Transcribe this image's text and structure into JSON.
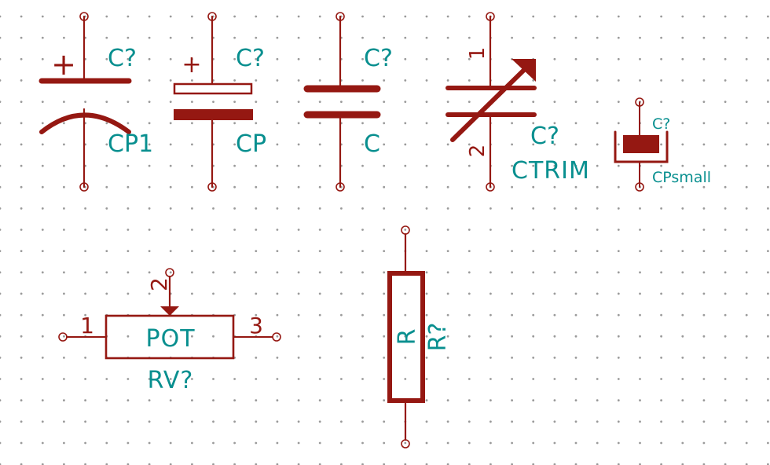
{
  "view": "schematic-symbol-library",
  "colors": {
    "background": "#ffffff",
    "grid_dot": "#9a9a9a",
    "symbol_body": "#951812",
    "field_text": "#088f8f"
  },
  "symbols": [
    {
      "id": "cp1",
      "reference": "C?",
      "value": "CP1",
      "plus_sign": "+"
    },
    {
      "id": "cp",
      "reference": "C?",
      "value": "CP",
      "plus_sign": "+"
    },
    {
      "id": "c",
      "reference": "C?",
      "value": "C"
    },
    {
      "id": "ctrim",
      "reference": "C?",
      "value": "CTRIM",
      "pin_numbers": [
        "1",
        "2"
      ]
    },
    {
      "id": "cpsmall",
      "reference": "C?",
      "value": "CPsmall"
    },
    {
      "id": "pot",
      "reference": "RV?",
      "value": "POT",
      "pin_numbers": [
        "1",
        "2",
        "3"
      ]
    },
    {
      "id": "r",
      "reference": "R?",
      "value": "R"
    }
  ]
}
